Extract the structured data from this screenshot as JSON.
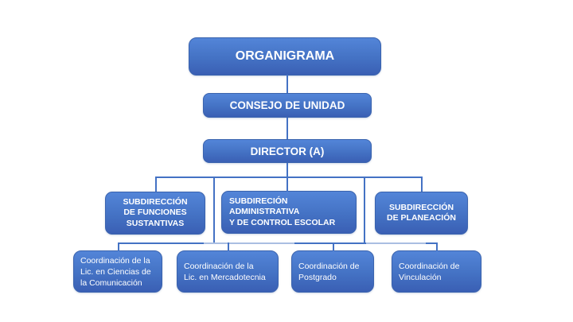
{
  "org": {
    "root": {
      "label": "ORGANIGRAMA"
    },
    "consejo": {
      "label": "CONSEJO DE UNIDAD"
    },
    "director": {
      "label": "DIRECTOR (A)"
    },
    "subdirecciones": [
      {
        "label": "SUBDIRECCIÓN\nDE FUNCIONES\nSUSTANTIVAS"
      },
      {
        "label": "SUBDIRECIÓN\nADMINISTRATIVA\nY DE CONTROL ESCOLAR"
      },
      {
        "label": "SUBDIRECCIÓN\nDE PLANEACIÓN"
      }
    ],
    "coordinaciones": [
      {
        "label": "Coordinación de la\nLic. en Ciencias de\nla Comunicación"
      },
      {
        "label": "Coordinación de la\nLic. en Mercadotecnia"
      },
      {
        "label": "Coordinación de\nPostgrado"
      },
      {
        "label": "Coordinación de\nVinculación"
      }
    ]
  },
  "colors": {
    "node_fill_top": "#5385D8",
    "node_fill_bottom": "#3A5FB4",
    "node_border": "#3A63AE",
    "connector_dark": "#4472C4",
    "connector_light": "#AABEE2",
    "text": "#FFFFFF",
    "background": "#FFFFFF"
  }
}
